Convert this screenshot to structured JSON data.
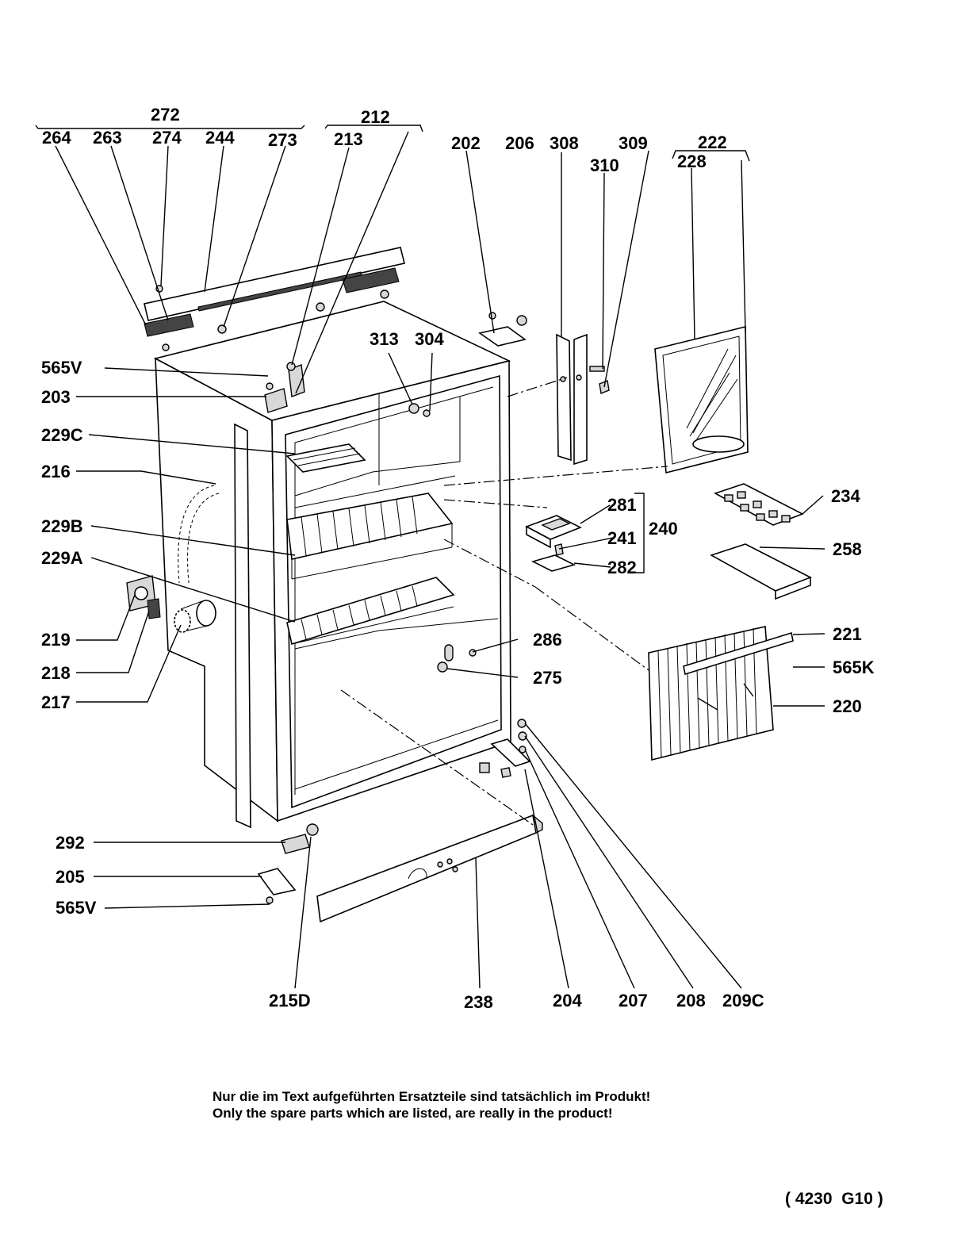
{
  "diagram": {
    "labels": {
      "272": "272",
      "212": "212",
      "264": "264",
      "263": "263",
      "274": "274",
      "244": "244",
      "273": "273",
      "213": "213",
      "202": "202",
      "206": "206",
      "308": "308",
      "309": "309",
      "310": "310",
      "222": "222",
      "228": "228",
      "313": "313",
      "304": "304",
      "565V_top": "565V",
      "203": "203",
      "229C": "229C",
      "216": "216",
      "229B": "229B",
      "229A": "229A",
      "281": "281",
      "241": "241",
      "282": "282",
      "240": "240",
      "234": "234",
      "258": "258",
      "219": "219",
      "218": "218",
      "217": "217",
      "286": "286",
      "275": "275",
      "221": "221",
      "565K": "565K",
      "220": "220",
      "292": "292",
      "205": "205",
      "565V_bottom": "565V",
      "215D": "215D",
      "238": "238",
      "204": "204",
      "207": "207",
      "208": "208",
      "209C": "209C"
    }
  },
  "footer": {
    "note_de": "Nur die im Text aufgeführten Ersatzteile sind tatsächlich im Produkt!",
    "note_en": "Only the spare parts which are listed, are really in the product!",
    "code": "( 4230  G10 )"
  }
}
